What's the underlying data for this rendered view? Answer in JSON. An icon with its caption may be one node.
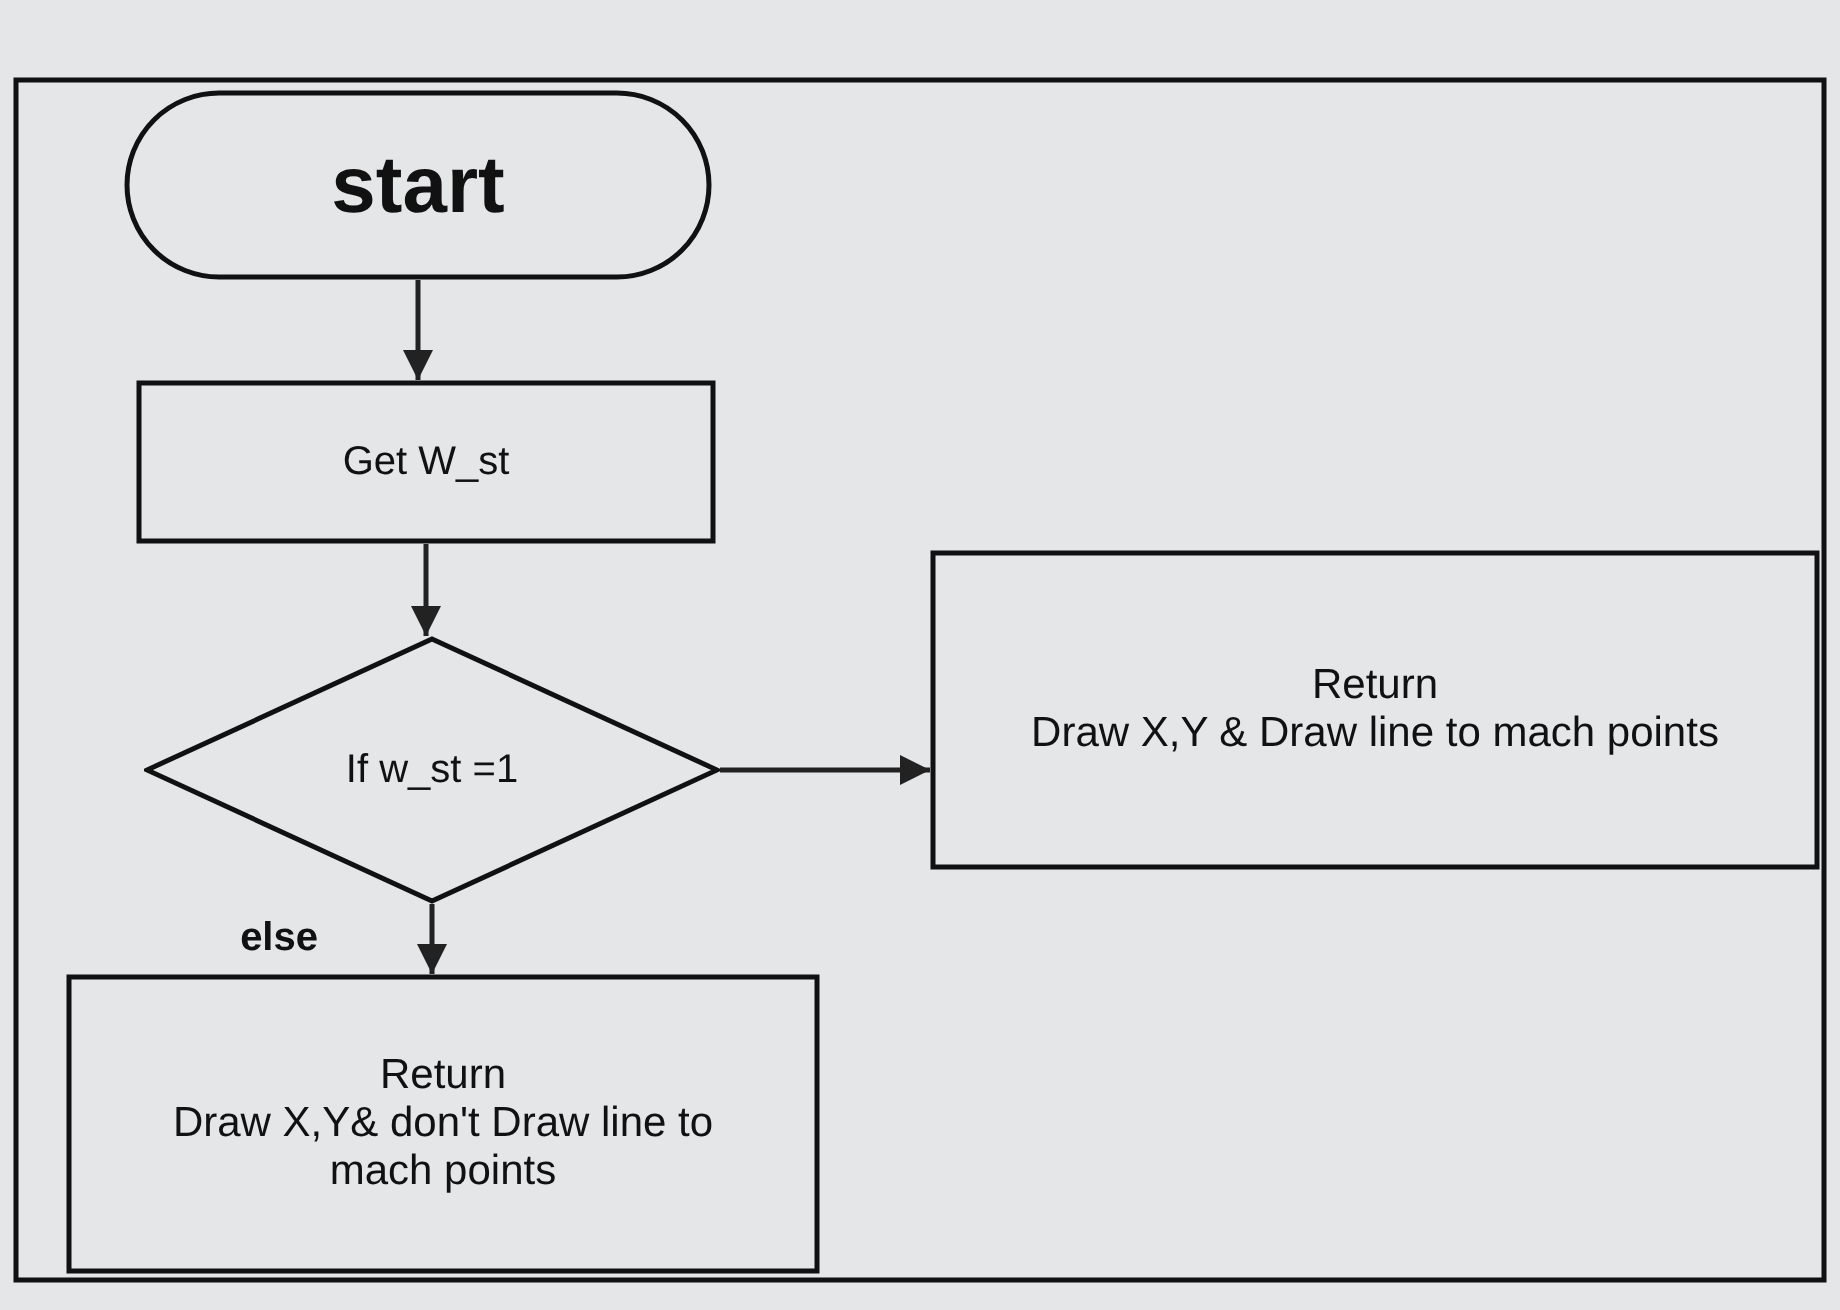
{
  "diagram": {
    "nodes": [
      {
        "text": [
          "start"
        ]
      },
      {
        "text": [
          "Get W_st"
        ]
      },
      {
        "text": [
          "If w_st =1"
        ]
      },
      {
        "text": [
          "Return",
          "Draw X,Y & Draw line to mach points"
        ]
      },
      {
        "text": [
          "Return",
          "Draw X,Y& don't Draw line to mach points"
        ]
      }
    ],
    "edges": [
      {
        "from": 0,
        "to": 1,
        "arrow": "to"
      },
      {
        "from": 1,
        "to": 2,
        "arrow": "to"
      },
      {
        "from": 2,
        "to": 3,
        "arrow": "to"
      },
      {
        "from": 2,
        "to": 4,
        "arrow": "to",
        "label": "else"
      }
    ]
  }
}
